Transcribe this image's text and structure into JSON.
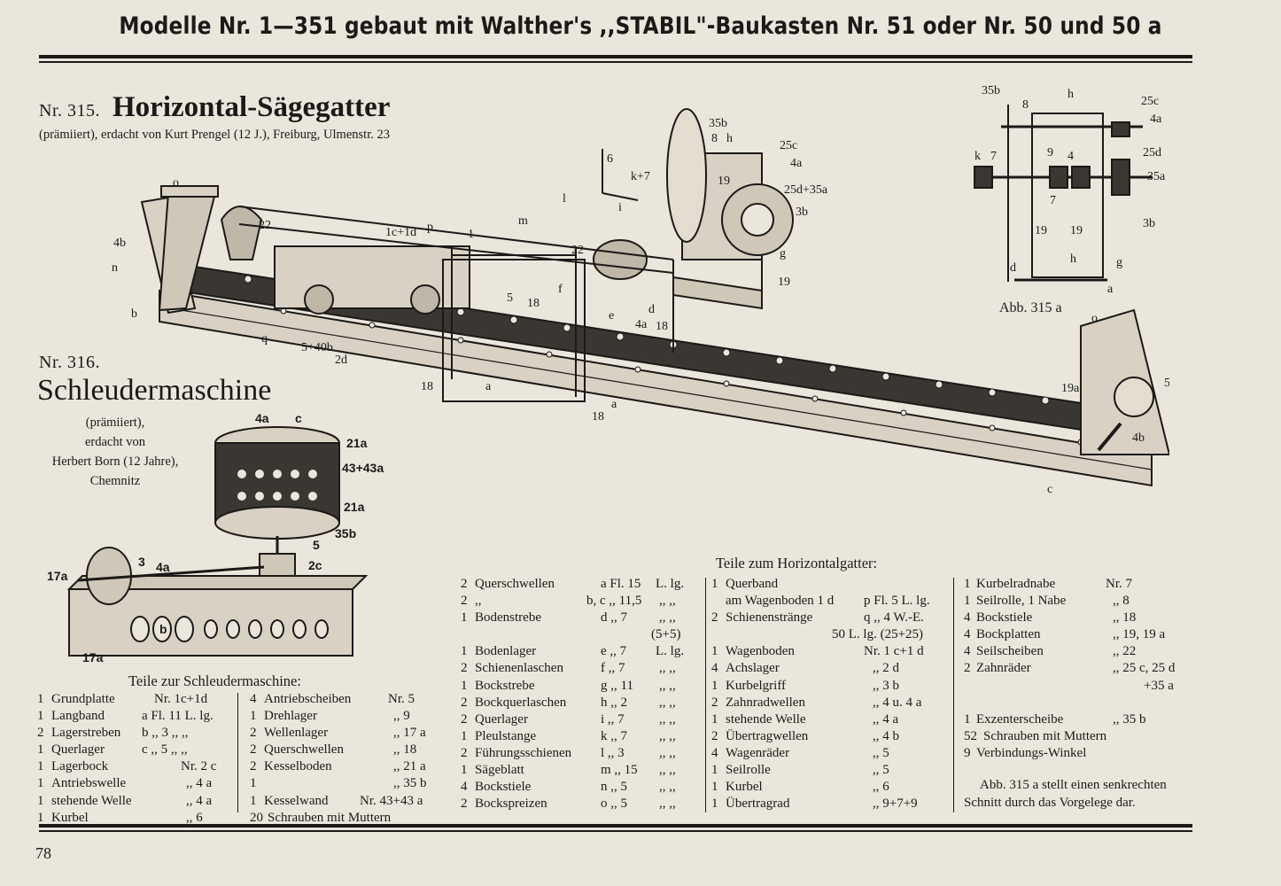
{
  "header": "Modelle Nr. 1—351 gebaut mit Walther's ,,STABIL\"-Baukasten Nr. 51 oder Nr. 50 und 50 a",
  "page_number": "78",
  "model_315": {
    "number": "Nr. 315.",
    "title": "Horizontal-Sägegatter",
    "credit": "(prämiiert), erdacht von Kurt Prengel (12 J.), Freiburg, Ulmenstr. 23"
  },
  "model_316": {
    "number": "Nr. 316.",
    "title": "Schleudermaschine",
    "credit_lines": [
      "(prämiiert),",
      "erdacht von",
      "Herbert Born (12 Jahre),",
      "Chemnitz"
    ]
  },
  "figure_caption": "Abb. 315 a",
  "figure_labels": {
    "saw": [
      "o",
      "4b",
      "n",
      "b",
      "22",
      "1c+1d",
      "p",
      "1",
      "6",
      "k+7",
      "l",
      "m",
      "35b",
      "8",
      "h",
      "25c",
      "4a",
      "25d+35a",
      "3b",
      "19",
      "i",
      "22",
      "g",
      "19",
      "5",
      "18",
      "d",
      "e",
      "4a",
      "18",
      "f",
      "q",
      "5+40b",
      "2d",
      "18",
      "a",
      "18",
      "a",
      "o",
      "19a",
      "5",
      "4b",
      "c"
    ],
    "detail": [
      "35b",
      "h",
      "25c",
      "4a",
      "8",
      "k",
      "7",
      "9",
      "4",
      "25d",
      "35a",
      "7",
      "3b",
      "19",
      "19",
      "d",
      "h",
      "g",
      "a"
    ],
    "centrifuge": [
      "4a",
      "c",
      "21a",
      "43+43a",
      "21a",
      "35b",
      "17a",
      "3",
      "4a",
      "5",
      "2c",
      "b",
      "17a"
    ]
  },
  "schleuder_parts": {
    "heading": "Teile zur Schleudermaschine:",
    "left": [
      [
        "1",
        "Grundplatte",
        "Nr. 1c+1d"
      ],
      [
        "1",
        "Langband",
        "a Fl. 11 L. lg."
      ],
      [
        "2",
        "Lagerstreben",
        "b ,, 3 ,, ,,"
      ],
      [
        "1",
        "Querlager",
        "c ,, 5 ,, ,,"
      ],
      [
        "1",
        "Lagerbock",
        "Nr. 2 c"
      ],
      [
        "1",
        "Antriebswelle",
        ",, 4 a"
      ],
      [
        "1",
        "stehende Welle",
        ",, 4 a"
      ],
      [
        "1",
        "Kurbel",
        ",, 6"
      ]
    ],
    "right": [
      [
        "4",
        "Antriebscheiben",
        "Nr. 5"
      ],
      [
        "1",
        "Drehlager",
        ",, 9"
      ],
      [
        "2",
        "Wellenlager",
        ",, 17 a"
      ],
      [
        "2",
        "Querschwellen",
        ",, 18"
      ],
      [
        "2",
        "Kesselboden",
        ",, 21 a"
      ],
      [
        "1",
        "",
        ",, 35 b"
      ],
      [
        "1",
        "Kesselwand",
        "Nr. 43+43 a"
      ],
      [
        "20",
        "Schrauben mit Muttern",
        ""
      ]
    ]
  },
  "gatter_parts": {
    "heading": "Teile zum Horizontalgatter:",
    "col1": [
      [
        "2",
        "Querschwellen",
        "a Fl. 15",
        "L. lg."
      ],
      [
        "2",
        ",,",
        "b, c ,, 11,5",
        ",, ,,"
      ],
      [
        "1",
        "Bodenstrebe",
        "d ,, 7",
        ",, ,,"
      ],
      [
        "",
        "",
        "",
        "(5+5)"
      ],
      [
        "1",
        "Bodenlager",
        "e ,, 7",
        "L. lg."
      ],
      [
        "2",
        "Schienenlaschen",
        "f ,, 7",
        ",, ,,"
      ],
      [
        "1",
        "Bockstrebe",
        "g ,, 11",
        ",, ,,"
      ],
      [
        "2",
        "Bockquerlaschen",
        "h ,, 2",
        ",, ,,"
      ],
      [
        "2",
        "Querlager",
        "i ,, 7",
        ",, ,,"
      ],
      [
        "1",
        "Pleulstange",
        "k ,, 7",
        ",, ,,"
      ],
      [
        "2",
        "Führungsschienen",
        "l ,, 3",
        ",, ,,"
      ],
      [
        "1",
        "Sägeblatt",
        "m ,, 15",
        ",, ,,"
      ],
      [
        "4",
        "Bockstiele",
        "n ,, 5",
        ",, ,,"
      ],
      [
        "2",
        "Bockspreizen",
        "o ,, 5",
        ",, ,,"
      ]
    ],
    "col2": [
      [
        "1",
        "Querband",
        ""
      ],
      [
        "",
        "am Wagenboden 1 d",
        "p Fl. 5 L. lg."
      ],
      [
        "2",
        "Schienenstränge",
        "q ,, 4 W.-E."
      ],
      [
        "",
        "",
        "50 L. lg. (25+25)"
      ],
      [
        "1",
        "Wagenboden",
        "Nr. 1 c+1 d"
      ],
      [
        "4",
        "Achslager",
        ",, 2 d"
      ],
      [
        "1",
        "Kurbelgriff",
        ",, 3 b"
      ],
      [
        "2",
        "Zahnradwellen",
        ",, 4 u. 4 a"
      ],
      [
        "1",
        "stehende Welle",
        ",, 4 a"
      ],
      [
        "2",
        "Übertragwellen",
        ",, 4 b"
      ],
      [
        "4",
        "Wagenräder",
        ",, 5"
      ],
      [
        "1",
        "Seilrolle",
        ",, 5"
      ],
      [
        "1",
        "Kurbel",
        ",, 6"
      ],
      [
        "1",
        "Übertragrad",
        ",, 9+7+9"
      ]
    ],
    "col3": [
      [
        "1",
        "Kurbelradnabe",
        "Nr. 7"
      ],
      [
        "1",
        "Seilrolle, 1 Nabe",
        ",, 8"
      ],
      [
        "4",
        "Bockstiele",
        ",, 18"
      ],
      [
        "4",
        "Bockplatten",
        ",, 19, 19 a"
      ],
      [
        "4",
        "Seilscheiben",
        ",, 22"
      ],
      [
        "2",
        "Zahnräder",
        ",, 25 c, 25 d"
      ],
      [
        "",
        "",
        "+35 a"
      ],
      [
        "",
        "",
        ""
      ],
      [
        "1",
        "Exzenterscheibe",
        ",, 35 b"
      ],
      [
        "52",
        "Schrauben mit Muttern",
        ""
      ],
      [
        "9",
        "Verbindungs-Winkel",
        ""
      ]
    ],
    "note": "Abb. 315 a stellt einen senkrechten Schnitt durch das Vorgelege dar."
  }
}
